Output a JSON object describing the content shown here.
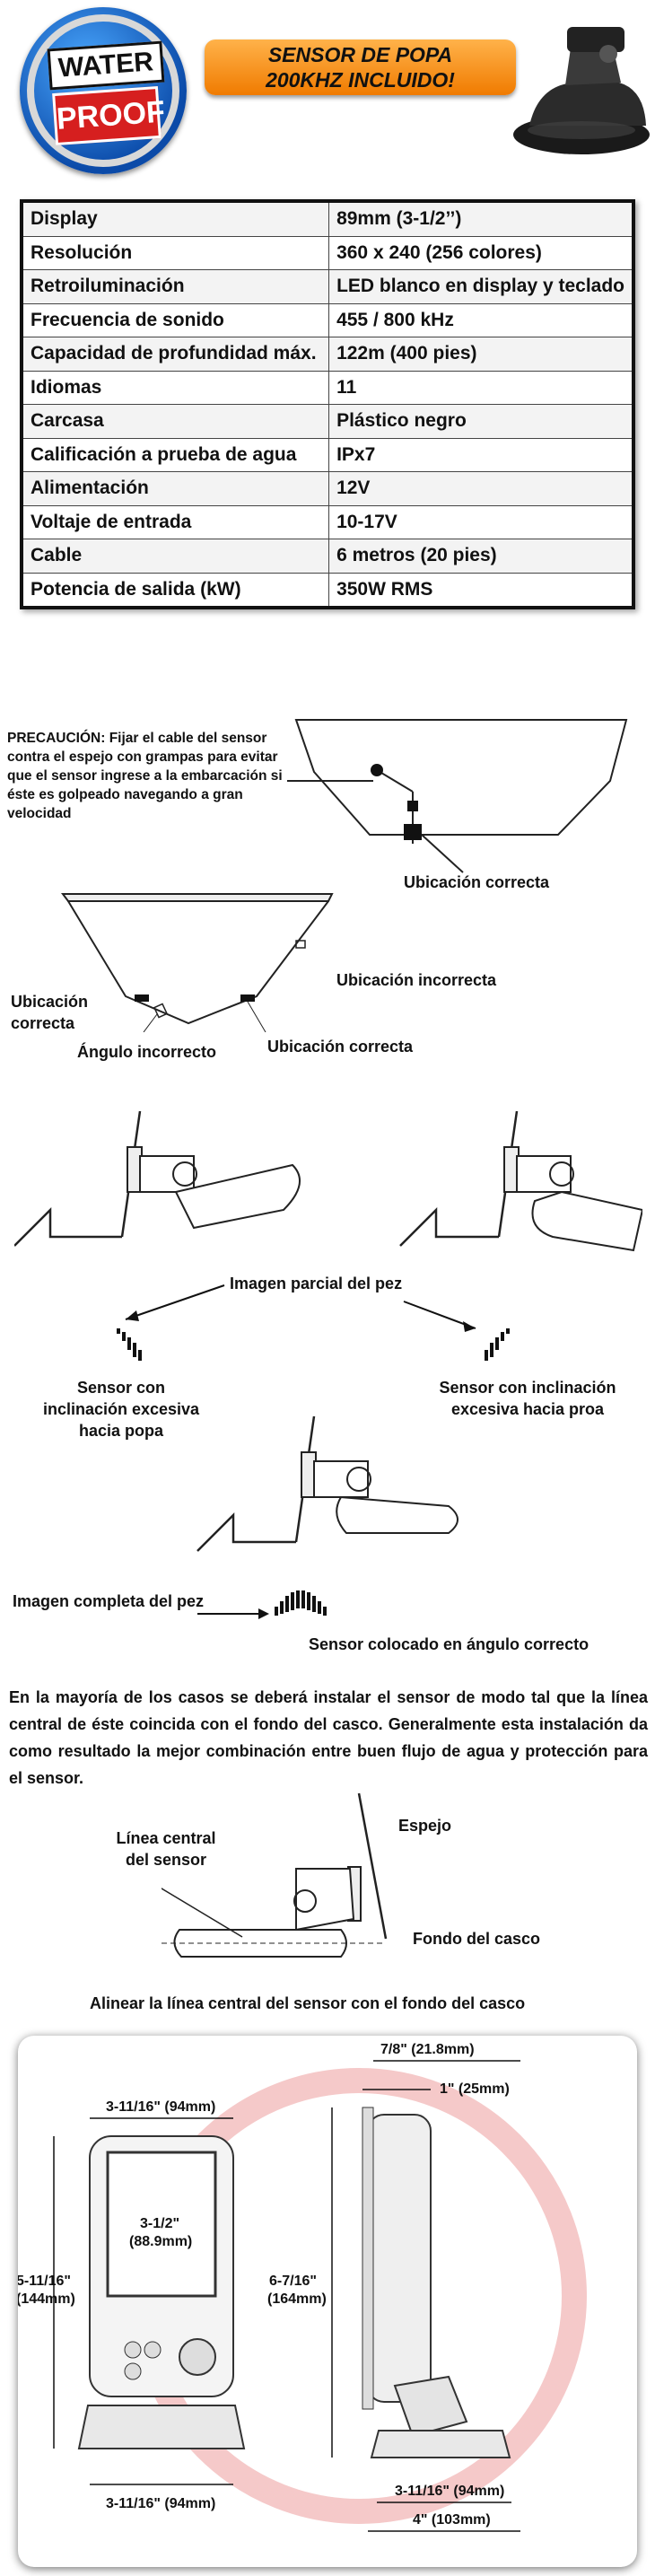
{
  "header": {
    "badge_top": "WATER",
    "badge_bottom": "PROOF",
    "banner_line1": "SENSOR DE POPA",
    "banner_line2": "200KHZ INCLUIDO!"
  },
  "specs": [
    {
      "k": "Display",
      "v": "89mm (3-1/2’’)"
    },
    {
      "k": "Resolución",
      "v": "360 x 240 (256 colores)"
    },
    {
      "k": "Retroiluminación",
      "v": "LED blanco en display y teclado"
    },
    {
      "k": "Frecuencia de sonido",
      "v": "455 / 800 kHz"
    },
    {
      "k": "Capacidad de profundidad máx.",
      "v": "122m (400 pies)"
    },
    {
      "k": "Idiomas",
      "v": "11"
    },
    {
      "k": "Carcasa",
      "v": "Plástico negro"
    },
    {
      "k": "Calificación a prueba de agua",
      "v": "IPx7"
    },
    {
      "k": "Alimentación",
      "v": "12V"
    },
    {
      "k": "Voltaje de entrada",
      "v": "10-17V"
    },
    {
      "k": "Cable",
      "v": "6 metros (20 pies)"
    },
    {
      "k": "Potencia de salida (kW)",
      "v": "350W RMS"
    }
  ],
  "install": {
    "precaution_title": "PRECAUCIÓN:",
    "precaution_text": "Fijar el cable del sensor contra el espejo con grampas para evitar que el sensor ingrese a la embarcación si éste es golpeado navegando a gran velocidad",
    "correct_1": "Ubicación correcta",
    "incorrect_loc": "Ubicación incorrecta",
    "loc_correct_left": "Ubicación correcta",
    "angle_incorrect": "Ángulo incorrecto",
    "loc_correct_bottom": "Ubicación correcta",
    "partial_fish": "Imagen parcial del pez",
    "tilt_stern": "Sensor con inclinación excesiva hacia popa",
    "tilt_bow": "Sensor con inclinación excesiva hacia proa",
    "full_fish": "Imagen completa del pez",
    "correct_angle": "Sensor colocado en ángulo correcto",
    "paragraph": "En la mayoría de los casos se deberá instalar el sensor de modo tal que la línea central de éste coincida con el fondo del casco. Generalmente esta instalación da como resultado la mejor combinación entre buen flujo de agua y protección para el sensor.",
    "centerline": "Línea central del sensor",
    "transom": "Espejo",
    "hull_bottom": "Fondo del casco",
    "align_caption": "Alinear la línea central del sensor con el fondo del casco"
  },
  "dimensions": {
    "width_top": "3-11/16\" (94mm)",
    "screen_1": "3-1/2\"",
    "screen_2": "(88.9mm)",
    "height_front_1": "5-11/16\"",
    "height_front_2": "(144mm)",
    "width_bottom": "3-11/16\" (94mm)",
    "depth_top": "7/8\" (21.8mm)",
    "depth_inner": "1\" (25mm)",
    "height_side_1": "6-7/16\"",
    "height_side_2": "(164mm)",
    "base_depth": "3-11/16\" (94mm)",
    "overall_depth": "4\" (103mm)"
  }
}
